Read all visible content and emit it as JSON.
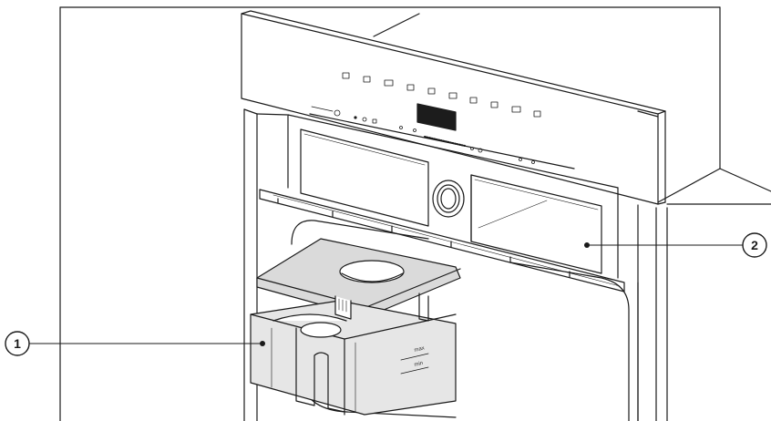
{
  "figure": {
    "callouts": [
      {
        "id": "1",
        "label": "1"
      },
      {
        "id": "2",
        "label": "2"
      }
    ],
    "tank_markings": {
      "max": "max",
      "min": "min"
    },
    "colors": {
      "line": "#1a1a1a",
      "tank_fill": "#e6e6e6",
      "tank_lid_fill": "#dadada",
      "display": "#1c1c1c",
      "background": "#ffffff"
    }
  }
}
